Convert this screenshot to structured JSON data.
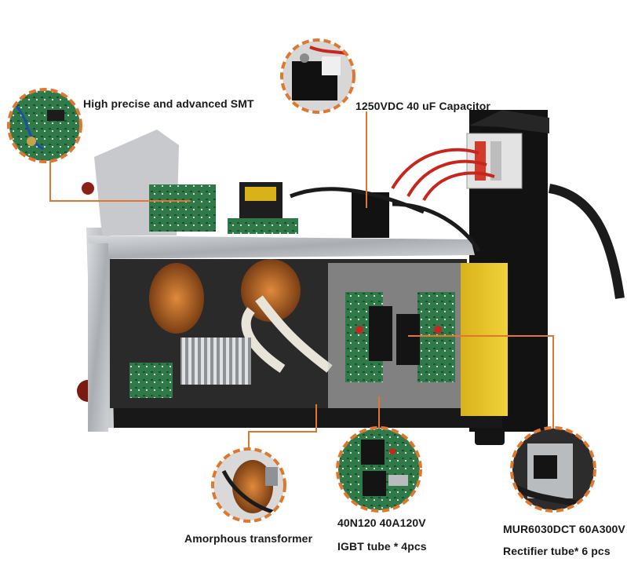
{
  "callouts": {
    "smt": {
      "label": "High precise and advanced SMT"
    },
    "capacitor": {
      "label": "1250VDC 40 uF Capacitor"
    },
    "transformer": {
      "label": "Amorphous transformer"
    },
    "igbt": {
      "line1": "40N120 40A120V",
      "line2": "IGBT tube * 4pcs"
    },
    "rectifier": {
      "line1": "MUR6030DCT 60A300V",
      "line2": "Rectifier tube* 6 pcs"
    }
  },
  "colors": {
    "callout_ring": "#e0772f",
    "leader_line": "#e0772f",
    "chassis": "#b9bcbf",
    "case_black": "#141414",
    "pcb_green": "#2e7d4a",
    "copper": "#b86b2b",
    "heatsink_yellow": "#e6c21e",
    "cable_black": "#1b1b1b"
  }
}
